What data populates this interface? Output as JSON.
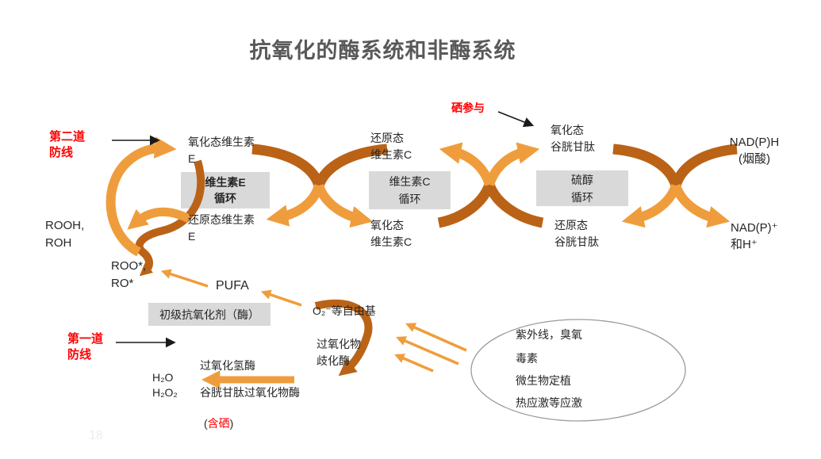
{
  "slide": {
    "title": "抗氧化的酶系统和非酶系统",
    "page_number": "18"
  },
  "colors": {
    "arrow_light": "#EF9D3C",
    "arrow_dark": "#BA6317",
    "red_text": "#FF0000",
    "box_bg": "#D9D9D9",
    "title_gray": "#595959",
    "ellipse_stroke": "#9B9B9B"
  },
  "defenses": {
    "second": "第二道\n防线",
    "first": "第一道\n防线"
  },
  "vitamin_e": {
    "oxidized": "氧化态维生素\nE",
    "cycle": "维生素E\n循环",
    "reduced": "还原态维生素\nE"
  },
  "vitamin_c": {
    "reduced": "还原态\n维生素C",
    "cycle": "维生素C\n循环",
    "oxidized": "氧化态\n维生素C"
  },
  "glutathione": {
    "selenium_note": "硒参与",
    "oxidized": "氧化态\n谷胱甘肽",
    "cycle": "硫醇\n循环",
    "reduced": "还原态\n谷胱甘肽"
  },
  "nad": {
    "nadph": "NAD(P)H\n(烟酸)",
    "nadp": "NAD(P)⁺\n和H⁺"
  },
  "lipids": {
    "rooh": "ROOH,\nROH",
    "roo": "ROO*,\nRO*",
    "pufa": "PUFA"
  },
  "enzymes": {
    "primary_antioxidant": "初级抗氧化剂（酶）",
    "superoxide_dismutase": "过氧化物\n歧化酶",
    "catalase": "过氧化氢酶",
    "glutathione_peroxidase": "谷胱甘肽过氧化物酶",
    "selenium_open": "(",
    "selenium": "含硒",
    "selenium_close": ")"
  },
  "molecules": {
    "superoxide": "O₂⁻等自由基",
    "water": "H₂O\nH₂O₂"
  },
  "stressors": {
    "items": [
      "紫外线，臭氧",
      "毒素",
      "微生物定植",
      "热应激等应激"
    ]
  }
}
